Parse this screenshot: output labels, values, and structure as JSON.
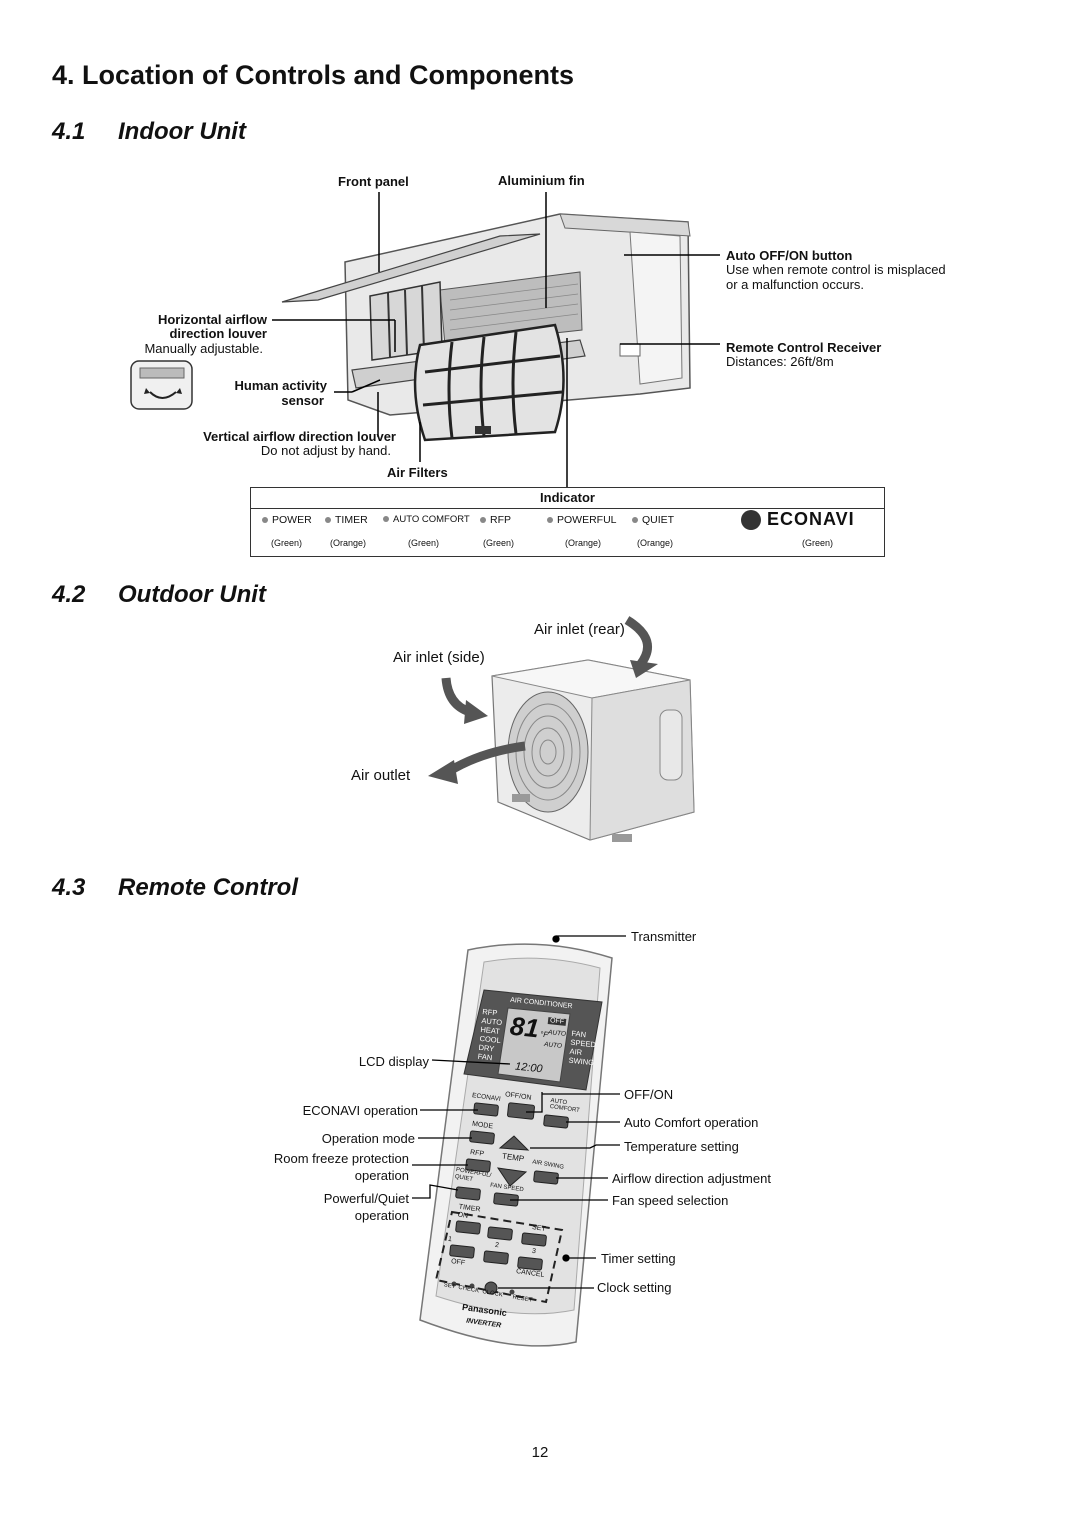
{
  "page": {
    "title": "4. Location of Controls and Components",
    "page_number": "12"
  },
  "indoor": {
    "section_num": "4.1",
    "section_title": "Indoor Unit",
    "front_panel": "Front panel",
    "aluminium_fin": "Aluminium fin",
    "auto_button_title": "Auto OFF/ON button",
    "auto_button_desc1": "Use when remote control is misplaced",
    "auto_button_desc2": "or a malfunction occurs.",
    "h_louver_title1": "Horizontal airflow",
    "h_louver_title2": "direction louver",
    "h_louver_desc": "Manually adjustable.",
    "human_sensor1": "Human activity",
    "human_sensor2": "sensor",
    "receiver_title": "Remote Control Receiver",
    "receiver_desc": "Distances: 26ft/8m",
    "v_louver_title": "Vertical airflow direction louver",
    "v_louver_desc": "Do not adjust by hand.",
    "air_filters": "Air Filters",
    "indicator": {
      "heading": "Indicator",
      "items": [
        {
          "label": "POWER",
          "color": "(Green)"
        },
        {
          "label": "TIMER",
          "color": "(Orange)"
        },
        {
          "label": "AUTO COMFORT",
          "color": "(Green)"
        },
        {
          "label": "RFP",
          "color": "(Green)"
        },
        {
          "label": "POWERFUL",
          "color": "(Orange)"
        },
        {
          "label": "QUIET",
          "color": "(Orange)"
        }
      ],
      "econavi_logo": "ECONAVI",
      "econavi_color": "(Green)"
    }
  },
  "outdoor": {
    "section_num": "4.2",
    "section_title": "Outdoor Unit",
    "air_inlet_rear": "Air inlet (rear)",
    "air_inlet_side": "Air inlet (side)",
    "air_outlet": "Air outlet"
  },
  "remote": {
    "section_num": "4.3",
    "section_title": "Remote Control",
    "transmitter": "Transmitter",
    "lcd_display": "LCD display",
    "econavi_op": "ECONAVI operation",
    "operation_mode": "Operation mode",
    "room_freeze1": "Room freeze protection",
    "room_freeze2": "operation",
    "powerful_quiet1": "Powerful/Quiet",
    "powerful_quiet2": "operation",
    "off_on": "OFF/ON",
    "auto_comfort": "Auto Comfort operation",
    "temp_setting": "Temperature setting",
    "airflow_adj": "Airflow direction adjustment",
    "fan_speed": "Fan speed selection",
    "timer_setting": "Timer setting",
    "clock_setting": "Clock setting",
    "device": {
      "header": "AIR CONDITIONER",
      "modes_left": [
        "RFP",
        "AUTO",
        "HEAT",
        "COOL",
        "DRY",
        "FAN"
      ],
      "modes_right": [
        "FAN",
        "SPEED",
        "AIR",
        "SWING"
      ],
      "temp": "81",
      "unit": "°F",
      "off_tag": "OFF",
      "auto1": "AUTO",
      "auto2": "AUTO",
      "clock": "12:00",
      "btn_econavi": "ECONAVI",
      "btn_offon": "OFF/ON",
      "btn_auto_comfort1": "AUTO",
      "btn_auto_comfort2": "COMFORT",
      "btn_mode": "MODE",
      "btn_rfp": "RFP",
      "btn_temp": "TEMP",
      "btn_air_swing": "AIR SWING",
      "btn_powerful": "POWERFUL/",
      "btn_quiet": "QUIET",
      "btn_fan_speed": "FAN SPEED",
      "timer": "TIMER",
      "on": "ON",
      "off": "OFF",
      "set": "SET",
      "cancel": "CANCEL",
      "n1": "1",
      "n2": "2",
      "n3": "3",
      "bottom": "SET  CHECK  CLOCK      RESET",
      "brand": "Panasonic",
      "inverter": "INVERTER"
    }
  }
}
